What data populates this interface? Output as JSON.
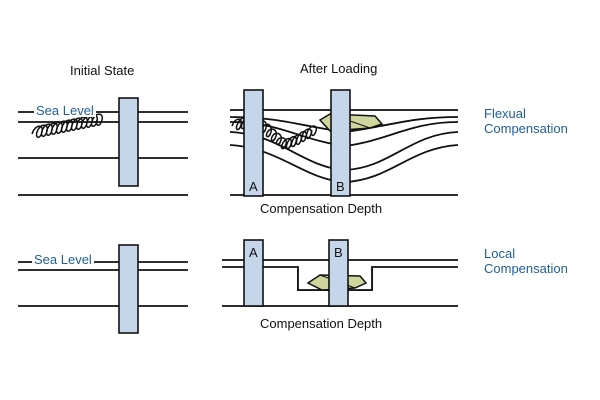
{
  "columns": {
    "initial": "Initial State",
    "after": "After Loading"
  },
  "sea_level": "Sea Level",
  "compensation_depth": "Compensation Depth",
  "flexual": {
    "line1": "Flexual",
    "line2": "Compensation"
  },
  "local": {
    "line1": "Local",
    "line2": "Compensation"
  },
  "column_letters": {
    "a": "A",
    "b": "B"
  },
  "colors": {
    "column_fill": "#c6d6ea",
    "load_fill": "#cfd59c",
    "label_blue": "#1f5e96",
    "line": "#111111"
  }
}
